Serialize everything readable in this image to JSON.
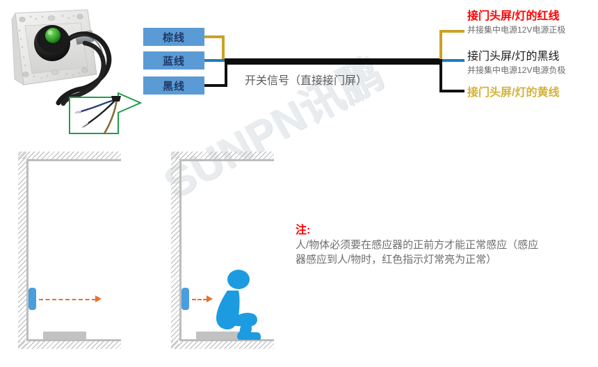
{
  "watermark": {
    "text": "SUNPN讯鹏"
  },
  "wire_labels": {
    "brown": "棕线",
    "blue": "蓝线",
    "black": "黑线"
  },
  "center": {
    "caption": "开关信号（直接接门屏）"
  },
  "right_labels": [
    {
      "main": "接门头屏/灯的红线",
      "sub": "并接集中电源12V电源正极",
      "color": "#ff0000",
      "wire": "yellow"
    },
    {
      "main": "接门头屏/灯的黑线",
      "sub": "并接集中电源12V电源负极",
      "color": "#1a1a1a",
      "wire": "blue"
    },
    {
      "main": "接门头屏/灯的黄线",
      "sub": "",
      "color": "#d3b23b",
      "wire": "black"
    }
  ],
  "colors": {
    "label_box_bg": "#5b9bd5",
    "label_box_text": "#1f3864",
    "wire_yellow": "#c9a227",
    "wire_blue": "#1f7bbf",
    "wire_black": "#111111",
    "sensor_blue": "#4a9ede",
    "person_blue": "#1d9be0",
    "beam_orange": "#e8702a",
    "wall_gray": "#bdbdbd",
    "callout_green": "#1f9d4d"
  },
  "note": {
    "title": "注:",
    "line1": "人/物体必须要在感应器的正前方才能正常感应（感应",
    "line2": "器感应到人/物时，红色指示灯常亮为正常）"
  },
  "diagrams": {
    "left": {
      "name": "空房间感应示意",
      "sensor": "感应器",
      "beam": "感应范围"
    },
    "right": {
      "name": "人体感应示意",
      "sensor": "感应器",
      "person": "蹲姿人物",
      "beam": "感应范围"
    }
  },
  "photo": {
    "device": "红外感应器实物图",
    "callout": "线材特写",
    "led": "绿色指示灯"
  }
}
